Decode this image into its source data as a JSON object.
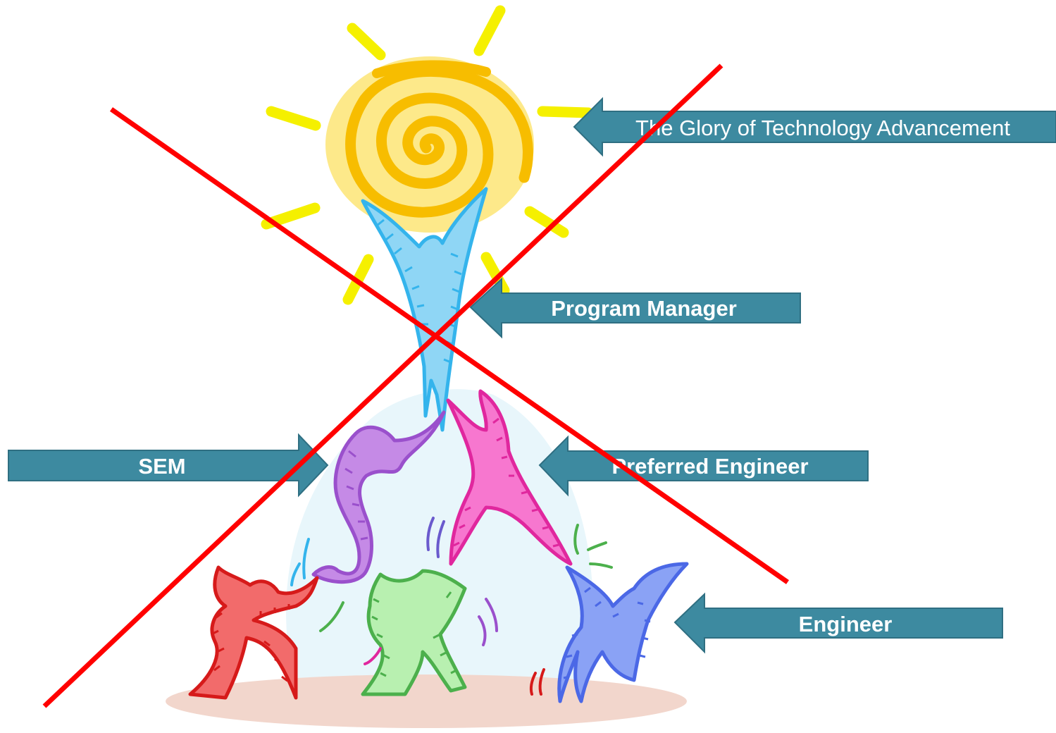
{
  "labels": {
    "glory": "The Glory of  Technology Advancement",
    "program_manager": "Program Manager",
    "sem": "SEM",
    "preferred_engineer": "Preferred Engineer",
    "engineer": "Engineer"
  },
  "colors": {
    "arrow_fill": "#3d8aa0",
    "arrow_stroke": "#2f6f82",
    "cross": "#ff0000",
    "sun_outer": "#fde98a",
    "sun_spiral": "#f7bd00",
    "sun_rays": "#f5f000",
    "figure_blue": "#8fd6f5",
    "figure_purple": "#c58ae6",
    "figure_pink": "#f777cf",
    "figure_red": "#f26b6b",
    "figure_green": "#b8f0b0",
    "figure_periwinkle": "#8aa2f5",
    "ground": "#f2d6cc",
    "glow": "#e8f6fb"
  }
}
